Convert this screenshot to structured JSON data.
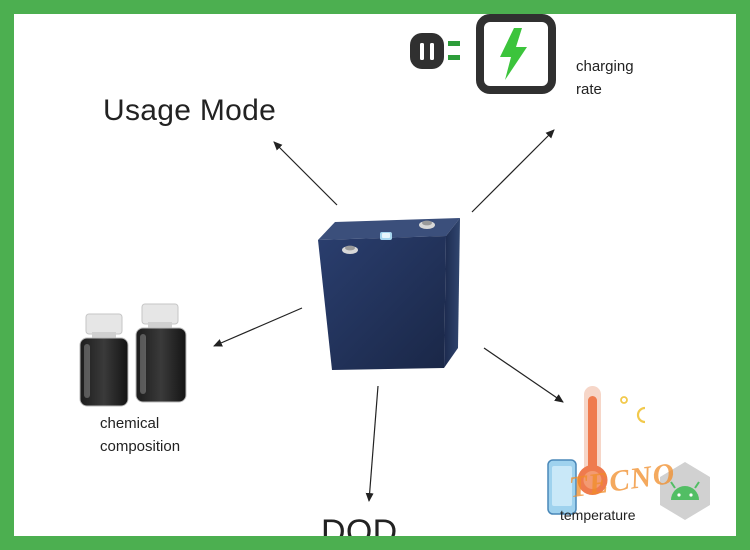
{
  "diagram": {
    "center_object": "battery-cell",
    "labels": {
      "usage_mode": "Usage Mode",
      "charging_rate_line1": "charging",
      "charging_rate_line2": "rate",
      "chemical_line1": "chemical",
      "chemical_line2": "composition",
      "dod": "DOD",
      "temperature": "temperature"
    },
    "icons": [
      "battery-cell-icon",
      "plug-icon",
      "charging-battery-icon",
      "chemical-jars-icon",
      "thermometer-icon",
      "android-logo-icon",
      "smartphone-icon"
    ],
    "watermark": "TECNO"
  },
  "colors": {
    "border": "#4caf50",
    "battery_body": "#22345f",
    "charge_bolt": "#3cc43c",
    "thermometer": "#ef7b4e"
  }
}
